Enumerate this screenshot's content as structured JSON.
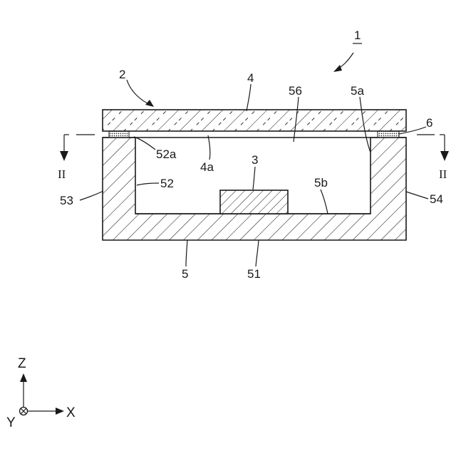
{
  "figure": {
    "labels": {
      "device": "1",
      "assembly": "2",
      "chip": "3",
      "lid": "4",
      "lid_surface": "4a",
      "package": "5",
      "package_top": "5a",
      "package_floor": "5b",
      "bottom_wall": "51",
      "inner_wall": "52",
      "wall_corner": "52a",
      "left_wall": "53",
      "right_wall": "54",
      "cavity": "56",
      "sealant": "6"
    },
    "section_marker": {
      "left": "II",
      "right": "II"
    },
    "axes": {
      "z": "Z",
      "y": "Y",
      "x": "X"
    }
  }
}
